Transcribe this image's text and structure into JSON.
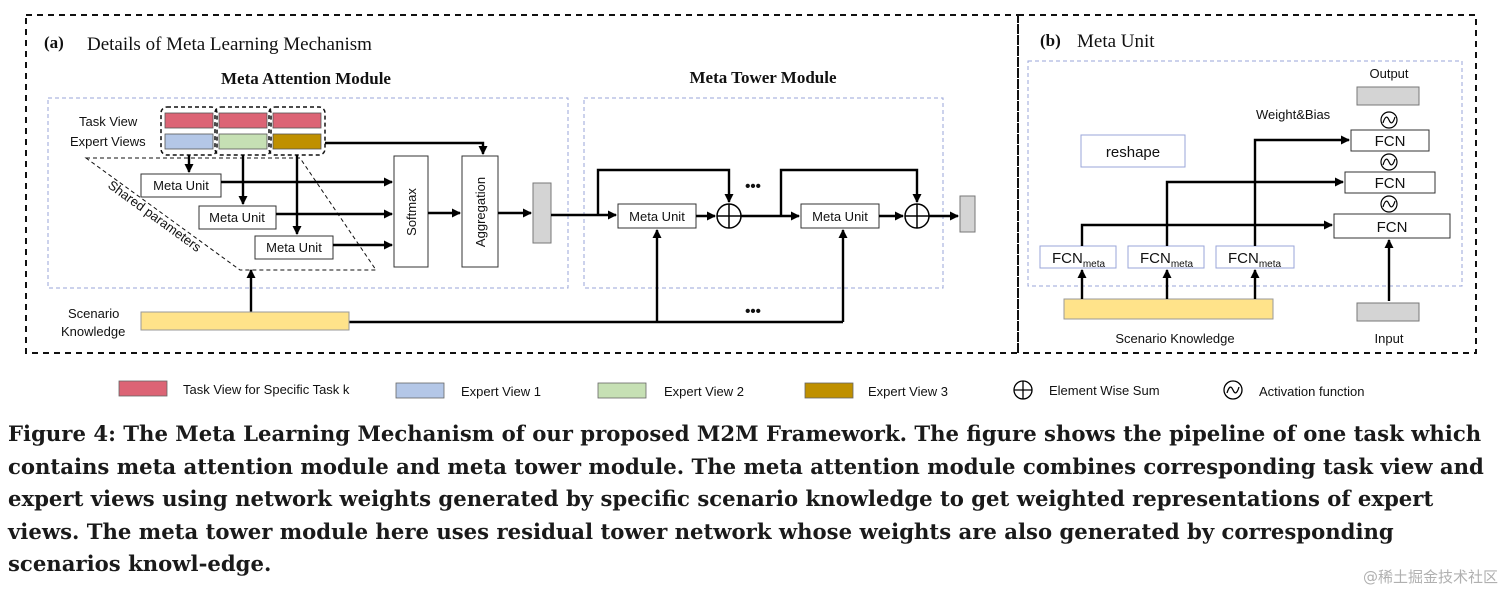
{
  "panel_a": {
    "tag": "(a)",
    "title": "Details of Meta Learning Mechanism",
    "attention_module_title": "Meta Attention Module",
    "tower_module_title": "Meta Tower Module",
    "task_view_label": "Task View",
    "expert_views_label": "Expert Views",
    "meta_unit_label": "Meta Unit",
    "shared_parameters_label": "Shared parameters",
    "softmax_label": "Softmax",
    "aggregation_label": "Aggregation",
    "scenario_label_line1": "Scenario",
    "scenario_label_line2": "Knowledge",
    "ellipsis": "•••"
  },
  "panel_b": {
    "tag": "(b)",
    "title": "Meta Unit",
    "output_label": "Output",
    "input_label": "Input",
    "weight_bias_label": "Weight&Bias",
    "reshape_label": "reshape",
    "fcn_label": "FCN",
    "fcn_meta_main": "FCN",
    "fcn_meta_sub": "meta",
    "scenario_knowledge_label": "Scenario Knowledge"
  },
  "legend": {
    "items": [
      {
        "label": "Task View for Specific Task k",
        "color": "#dc6475"
      },
      {
        "label": "Expert View 1",
        "color": "#b4c7e7"
      },
      {
        "label": "Expert View 2",
        "color": "#c6e0b4"
      },
      {
        "label": "Expert View 3",
        "color": "#bf9000"
      }
    ],
    "element_sum_label": "Element Wise Sum",
    "activation_label": "Activation function"
  },
  "colors": {
    "task_view": "#dc6475",
    "expert_view_1": "#b4c7e7",
    "expert_view_2": "#c6e0b4",
    "expert_view_3": "#bf9000",
    "scenario": "#ffe38a",
    "grey_box": "#d4d4d4",
    "dashed_blue": "#9aa6d8"
  },
  "caption": "Figure 4: The Meta Learning Mechanism of our proposed M2M Framework. The figure shows the pipeline of one task which contains meta attention module and meta tower module. The meta attention module combines corresponding task view and expert views using network weights generated by specific scenario knowledge to get weighted representations of expert views. The meta tower module here uses residual tower network whose weights are also generated by corresponding scenarios knowl-edge.",
  "watermark": "@稀土掘金技术社区"
}
